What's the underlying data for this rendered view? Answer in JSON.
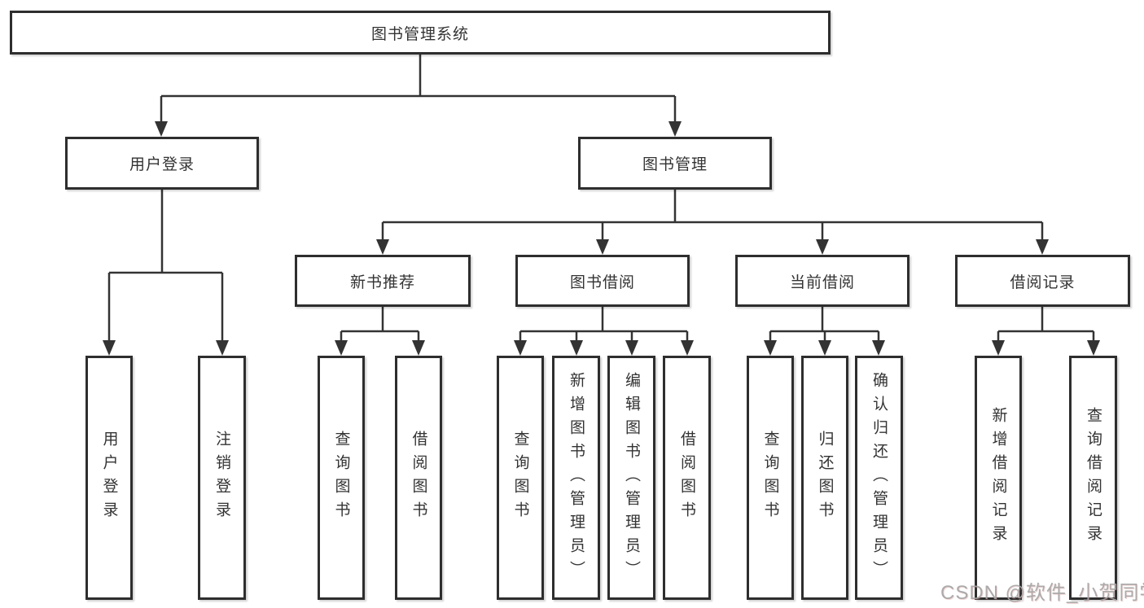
{
  "diagram": {
    "root": {
      "label": "图书管理系统"
    },
    "branches": [
      {
        "label": "用户登录",
        "children": [
          {
            "label": "用户登录"
          },
          {
            "label": "注销登录"
          }
        ]
      },
      {
        "label": "图书管理",
        "children": [
          {
            "label": "新书推荐",
            "children": [
              {
                "label": "查询图书"
              },
              {
                "label": "借阅图书"
              }
            ]
          },
          {
            "label": "图书借阅",
            "children": [
              {
                "label": "查询图书"
              },
              {
                "label": "新增图书（管理员）"
              },
              {
                "label": "编辑图书（管理员）"
              },
              {
                "label": "借阅图书"
              }
            ]
          },
          {
            "label": "当前借阅",
            "children": [
              {
                "label": "查询图书"
              },
              {
                "label": "归还图书"
              },
              {
                "label": "确认归还（管理员）"
              }
            ]
          },
          {
            "label": "借阅记录",
            "children": [
              {
                "label": "新增借阅记录"
              },
              {
                "label": "查询借阅记录"
              }
            ]
          }
        ]
      }
    ]
  },
  "watermark": {
    "text": "CSDN @软件_小贺同学"
  },
  "colors": {
    "background": "#ffffff",
    "box_border": "#2e2e2e",
    "line": "#333333",
    "text": "#333333",
    "watermark": "#a5a5a5"
  }
}
